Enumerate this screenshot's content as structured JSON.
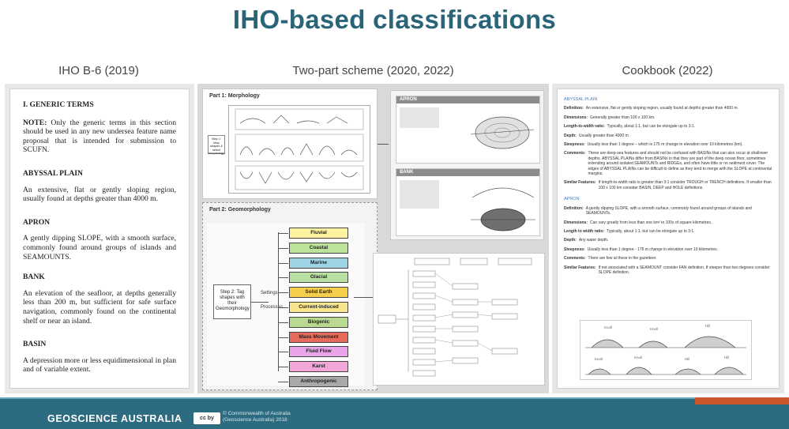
{
  "title": "IHO-based classifications",
  "columns": {
    "left": "IHO B-6 (2019)",
    "middle": "Two-part scheme (2020, 2022)",
    "right": "Cookbook (2022)"
  },
  "left_doc": {
    "heading": "I.   GENERIC TERMS",
    "note_label": "NOTE:",
    "note": " Only the generic terms in this section should be used in any new undersea feature name proposal that is intended for submission to SCUFN.",
    "entries": [
      {
        "term": "ABYSSAL PLAIN",
        "text": "An extensive, flat or gently sloping region, usually found at depths greater than 4000 m."
      },
      {
        "term": "APRON",
        "text": "A gently dipping SLOPE, with a smooth surface, commonly found around groups of islands and SEAMOUNTS."
      },
      {
        "term": "BANK",
        "text": "An elevation of the seafloor, at depths generally less than 200 m, but sufficient for safe surface navigation, commonly found on the continental shelf or near an island."
      },
      {
        "term": "BASIN",
        "text": "A depression more or less equidimensional in plan and of variable extent."
      }
    ]
  },
  "middle": {
    "part1": "Part 1: Morphology",
    "part2": "Part 2: Geomorphology",
    "step1": "Step 1: Map shapes & select morphology",
    "step2": "Step 2: Tag shapes with their Geomorphology",
    "settings": "Settings",
    "processes": "Processes",
    "apron": "APRON",
    "bank": "BANK",
    "categories": [
      {
        "label": "Fluvial",
        "color": "#fdf2a0"
      },
      {
        "label": "Coastal",
        "color": "#bde39a"
      },
      {
        "label": "Marine",
        "color": "#9fd3e6"
      },
      {
        "label": "Glacial",
        "color": "#b9e0a3"
      },
      {
        "label": "Solid Earth",
        "color": "#f6d04d"
      },
      {
        "label": "Current-induced",
        "color": "#f8e48a"
      },
      {
        "label": "Biogenic",
        "color": "#b8d98f"
      },
      {
        "label": "Mass Movement",
        "color": "#e66b5b"
      },
      {
        "label": "Fluid Flow",
        "color": "#e9a3e8"
      },
      {
        "label": "Karst",
        "color": "#f3a7d8"
      },
      {
        "label": "Anthropogenic",
        "color": "#a9a9a9"
      }
    ]
  },
  "cookbook": {
    "abyssal_heading": "ABYSSAL PLAIN",
    "abyssal_rows": [
      {
        "k": "Definition:",
        "v": "An extensive, flat or gently sloping region, usually found at depths greater than 4000 m."
      },
      {
        "k": "Dimensions:",
        "v": "Generally greater than 100 x 100 km."
      },
      {
        "k": "Length-to-width ratio:",
        "v": "Typically, about 1:1, but can be elongate up to 3:1."
      },
      {
        "k": "Depth:",
        "v": "Usually greater than 4000 m."
      },
      {
        "k": "Steepness:",
        "v": "Usually less than 1 degree – which is 175 m change in elevation over 10 kilometres (km)."
      },
      {
        "k": "Comments:",
        "v": "These are deep-sea features and should not be confused with BASINs that can also occur at shallower depths. ABYSSAL PLAINs differ from BASINs in that they are part of the deep ocean floor, sometimes extending around isolated SEAMOUNTs and RIDGEs, and often have little or no sediment cover. The edges of ABYSSAL PLAINs can be difficult to define as they tend to merge with the SLOPE at continental margins."
      },
      {
        "k": "Similar Features:",
        "v": "If length-to-width ratio is greater than 3:1 consider TROUGH or TRENCH definitions. If smaller than 100 x 100 km consider BASIN, DEEP and HOLE definitions."
      }
    ],
    "apron_heading": "APRON",
    "apron_rows": [
      {
        "k": "Definition:",
        "v": "A gently dipping SLOPE, with a smooth surface, commonly found around groups of islands and SEAMOUNTs."
      },
      {
        "k": "Dimensions:",
        "v": "Can vary greatly from less than one km² to 100s of square kilometres."
      },
      {
        "k": "Length to width ratio:",
        "v": "Typically, about 1:1, but can be elongate up to 3:1."
      },
      {
        "k": "Depth:",
        "v": "Any water depth."
      },
      {
        "k": "Steepness:",
        "v": "Usually less than 1 degree - 175 m change in elevation over 10 kilometres."
      },
      {
        "k": "Comments:",
        "v": "There are few at these in the gazetteer."
      },
      {
        "k": "Similar Features:",
        "v": "If not associated with a SEAMOUNT consider FAN definition. If steeper than two degrees consider SLOPE definition."
      }
    ],
    "profile_top": [
      "Knoll",
      "Knoll",
      "Hill"
    ],
    "profile_bottom": [
      "Knoll",
      "Knoll",
      "Hill",
      "Hill"
    ]
  },
  "footer": {
    "brand": "GEOSCIENCE AUSTRALIA",
    "cc": "cc by",
    "copyright_line1": "© Commonwealth of Australia",
    "copyright_line2": "(Geoscience Australia) 2018"
  }
}
